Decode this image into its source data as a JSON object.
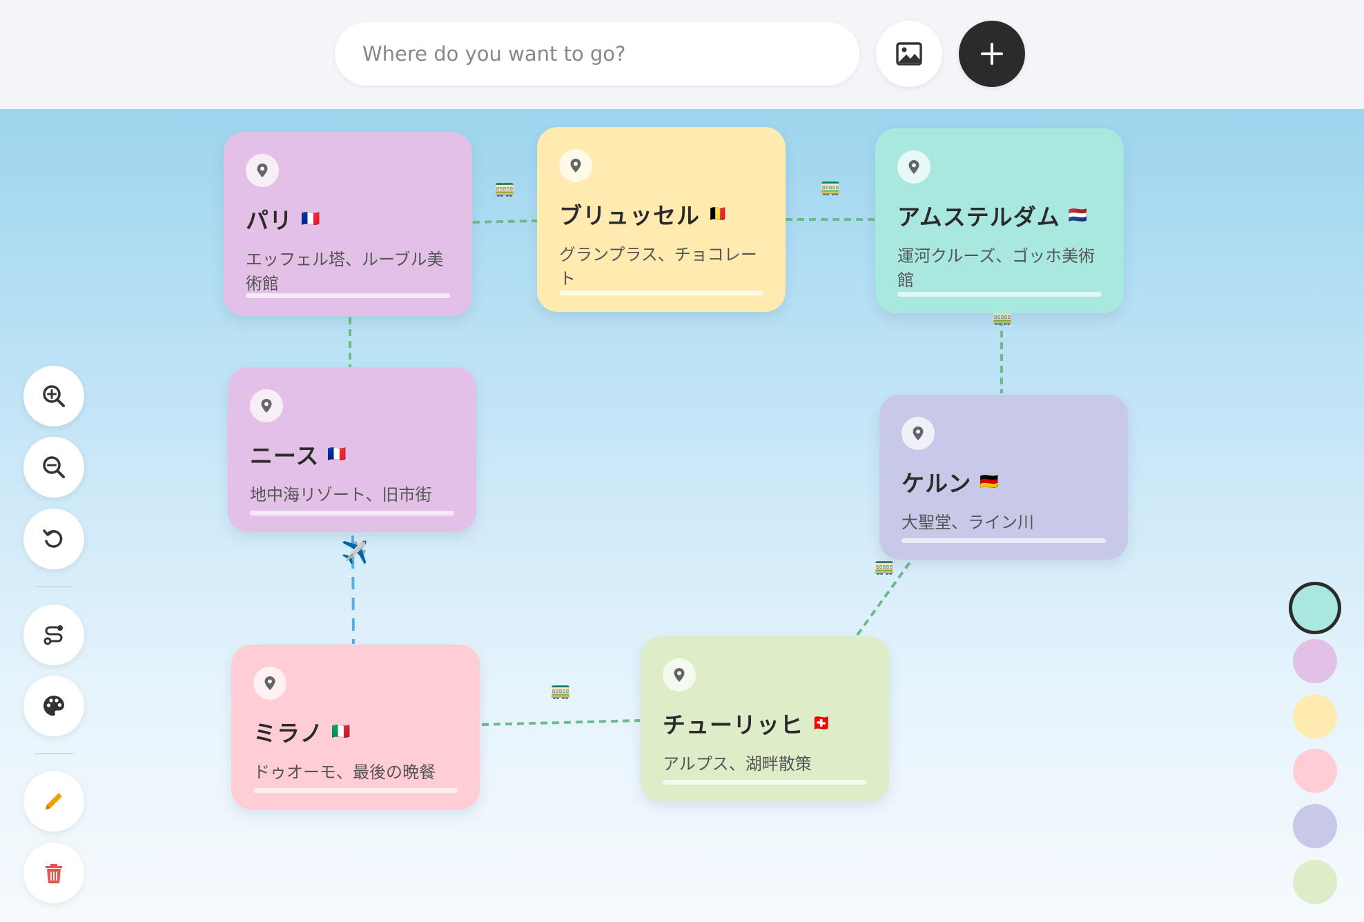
{
  "search": {
    "placeholder": "Where do you want to go?"
  },
  "toolbar": {
    "image_icon": "image-icon",
    "add_icon": "plus-icon"
  },
  "left_tools": [
    {
      "name": "zoom-in",
      "icon": "zoom-in-icon"
    },
    {
      "name": "zoom-out",
      "icon": "zoom-out-icon"
    },
    {
      "name": "reset-view",
      "icon": "undo-icon"
    },
    {
      "name": "route",
      "icon": "route-icon"
    },
    {
      "name": "palette",
      "icon": "palette-icon"
    },
    {
      "name": "edit",
      "icon": "pencil-icon"
    },
    {
      "name": "delete",
      "icon": "trash-icon"
    }
  ],
  "cards": {
    "paris": {
      "title": "パリ",
      "flag": "🇫🇷",
      "desc": "エッフェル塔、ルーブル美術館",
      "color": "#e3c0e6"
    },
    "brussels": {
      "title": "ブリュッセル",
      "flag": "🇧🇪",
      "desc": "グランプラス、チョコレート",
      "color": "#ffeab0"
    },
    "amsterdam": {
      "title": "アムステルダム",
      "flag": "🇳🇱",
      "desc": "運河クルーズ、ゴッホ美術館",
      "color": "#a8e8de"
    },
    "nice": {
      "title": "ニース",
      "flag": "🇫🇷",
      "desc": "地中海リゾート、旧市街",
      "color": "#e3c0e6"
    },
    "cologne": {
      "title": "ケルン",
      "flag": "🇩🇪",
      "desc": "大聖堂、ライン川",
      "color": "#c8c8e8"
    },
    "milan": {
      "title": "ミラノ",
      "flag": "🇮🇹",
      "desc": "ドゥオーモ、最後の晩餐",
      "color": "#ffcdd3"
    },
    "zurich": {
      "title": "チューリッヒ",
      "flag": "🇨🇭",
      "desc": "アルプス、湖畔散策",
      "color": "#dcedc8"
    }
  },
  "connections": [
    {
      "from": "パリ",
      "to": "ブリュッセル",
      "mode": "tram",
      "icon": "🚃"
    },
    {
      "from": "ブリュッセル",
      "to": "アムステルダム",
      "mode": "tram",
      "icon": "🚃"
    },
    {
      "from": "アムステルダム",
      "to": "ケルン",
      "mode": "tram",
      "icon": "🚃"
    },
    {
      "from": "パリ",
      "to": "ニース",
      "mode": "tram",
      "icon": ""
    },
    {
      "from": "ニース",
      "to": "ミラノ",
      "mode": "plane",
      "icon": "✈️"
    },
    {
      "from": "ミラノ",
      "to": "チューリッヒ",
      "mode": "tram",
      "icon": "🚃"
    },
    {
      "from": "チューリッヒ",
      "to": "ケルン",
      "mode": "tram",
      "icon": "🚃"
    }
  ],
  "palette": {
    "selected": "#a8e8de",
    "colors": [
      "#a8e8de",
      "#e3c0e6",
      "#ffeab0",
      "#ffcdd3",
      "#c8c8e8",
      "#dcedc8"
    ]
  },
  "line_colors": {
    "tram": "#6dbb8a",
    "plane": "#5aaee6"
  }
}
